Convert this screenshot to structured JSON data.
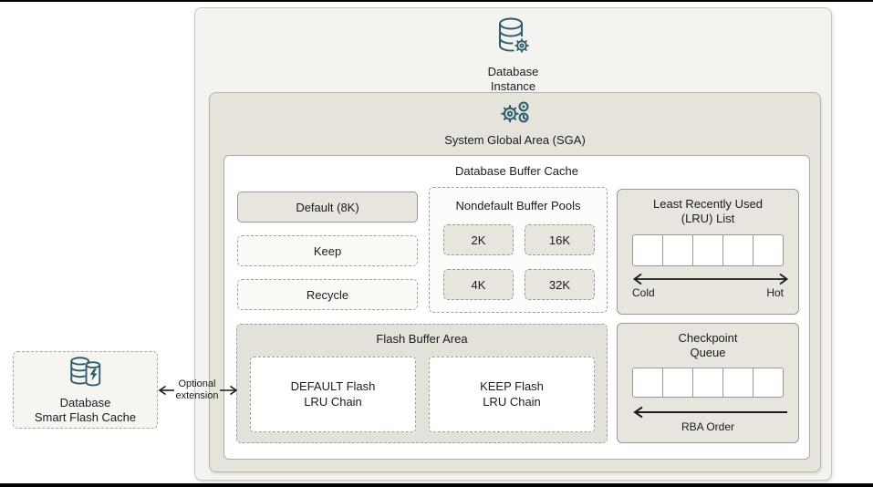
{
  "palette": {
    "outer_bg": "#f5f3f0",
    "sga_bg": "#e6e3dc",
    "cell_bg": "#e8e5de",
    "icon_stroke": "#2e5e6e",
    "text": "#1b1b1b"
  },
  "instance": {
    "icon": "database-gear-icon",
    "label_line1": "Database",
    "label_line2": "Instance"
  },
  "sga": {
    "icon": "gears-icon",
    "title": "System Global Area (SGA)"
  },
  "buffer_cache": {
    "title": "Database Buffer Cache",
    "pools": {
      "default": "Default (8K)",
      "keep": "Keep",
      "recycle": "Recycle"
    },
    "nondefault": {
      "title": "Nondefault Buffer Pools",
      "sizes": [
        "2K",
        "16K",
        "4K",
        "32K"
      ]
    },
    "lru": {
      "title_line1": "Least Recently Used",
      "title_line2": "(LRU) List",
      "cell_count": 5,
      "left_label": "Cold",
      "right_label": "Hot"
    },
    "flash_area": {
      "title": "Flash Buffer Area",
      "chains": [
        {
          "line1": "DEFAULT Flash",
          "line2": "LRU Chain"
        },
        {
          "line1": "KEEP Flash",
          "line2": "LRU Chain"
        }
      ]
    },
    "checkpoint": {
      "title_line1": "Checkpoint",
      "title_line2": "Queue",
      "cell_count": 5,
      "order_label": "RBA Order"
    }
  },
  "flash_cache": {
    "icon": "flash-database-icon",
    "label_line1": "Database",
    "label_line2": "Smart Flash Cache"
  },
  "connector": {
    "label_line1": "Optional",
    "label_line2": "extension"
  }
}
